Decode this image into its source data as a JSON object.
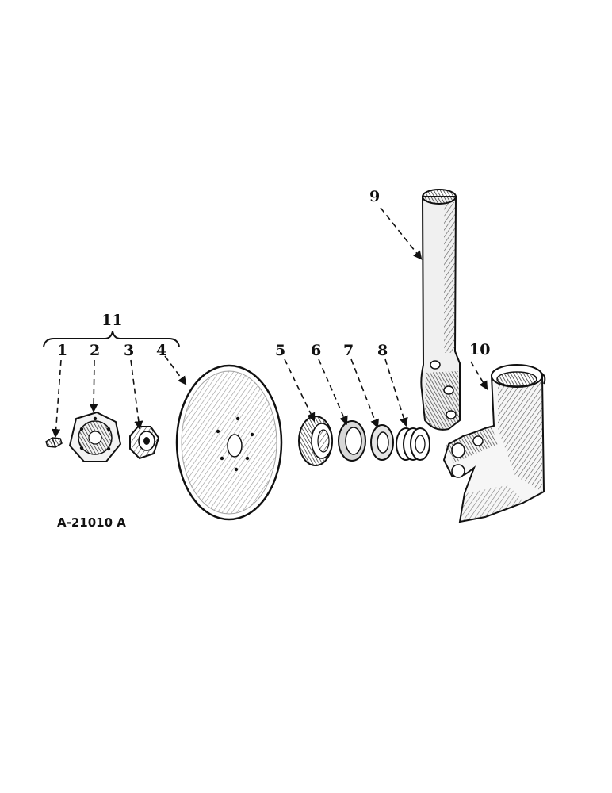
{
  "callouts": {
    "c1": "1",
    "c2": "2",
    "c3": "3",
    "c4": "4",
    "c5": "5",
    "c6": "6",
    "c7": "7",
    "c8": "8",
    "c9": "9",
    "c10": "10",
    "c11": "11"
  },
  "figure_id": "A-21010 A"
}
